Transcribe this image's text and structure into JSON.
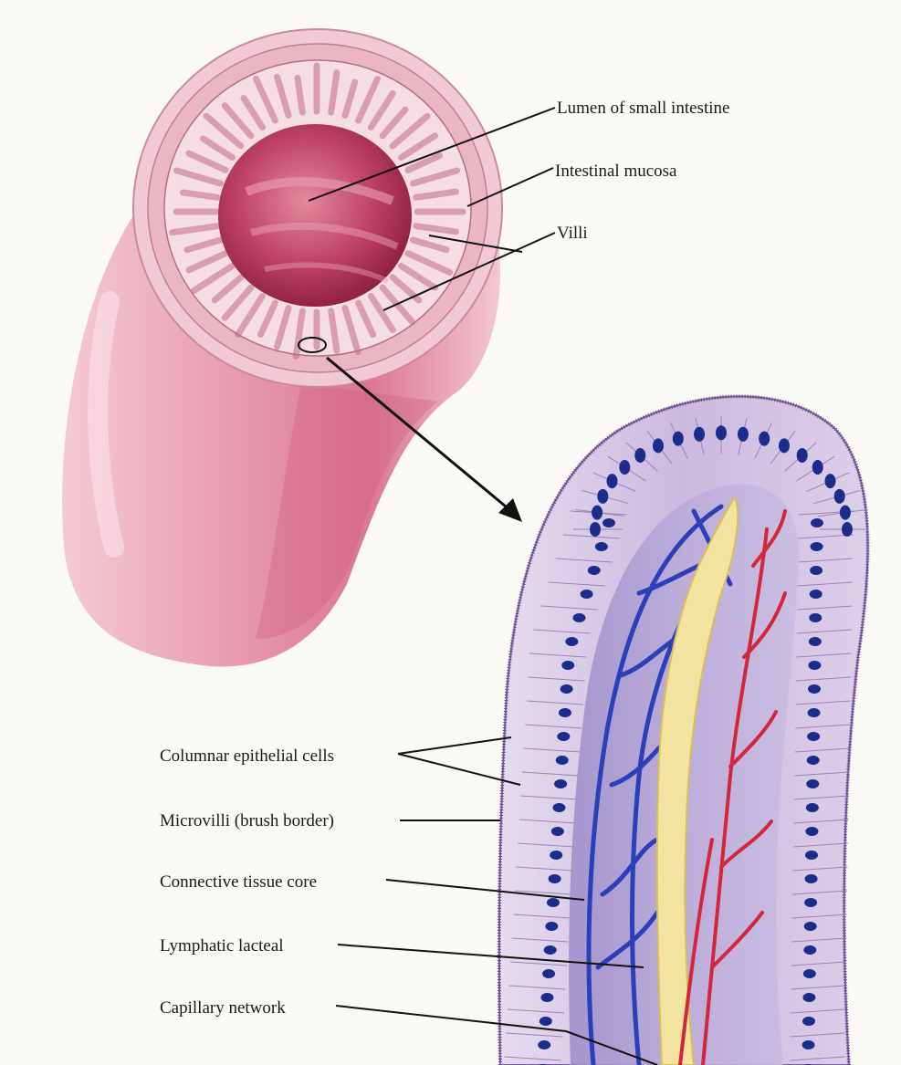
{
  "labels": {
    "lumen": "Lumen of small intestine",
    "mucosa": "Intestinal mucosa",
    "villi": "Villi",
    "columnar": "Columnar epithelial cells",
    "microvilli": "Microvilli (brush border)",
    "connective": "Connective tissue core",
    "lacteal": "Lymphatic lacteal",
    "capillary": "Capillary network"
  },
  "colors": {
    "intestine_pink": "#e8a3b3",
    "lumen_red": "#b93a58",
    "villus_lavender": "#cfc0e0",
    "nucleus_blue": "#1a2c8c",
    "vein_blue": "#2a3fb8",
    "artery_red": "#d2263a",
    "lacteal_yellow": "#f3e3a0"
  }
}
